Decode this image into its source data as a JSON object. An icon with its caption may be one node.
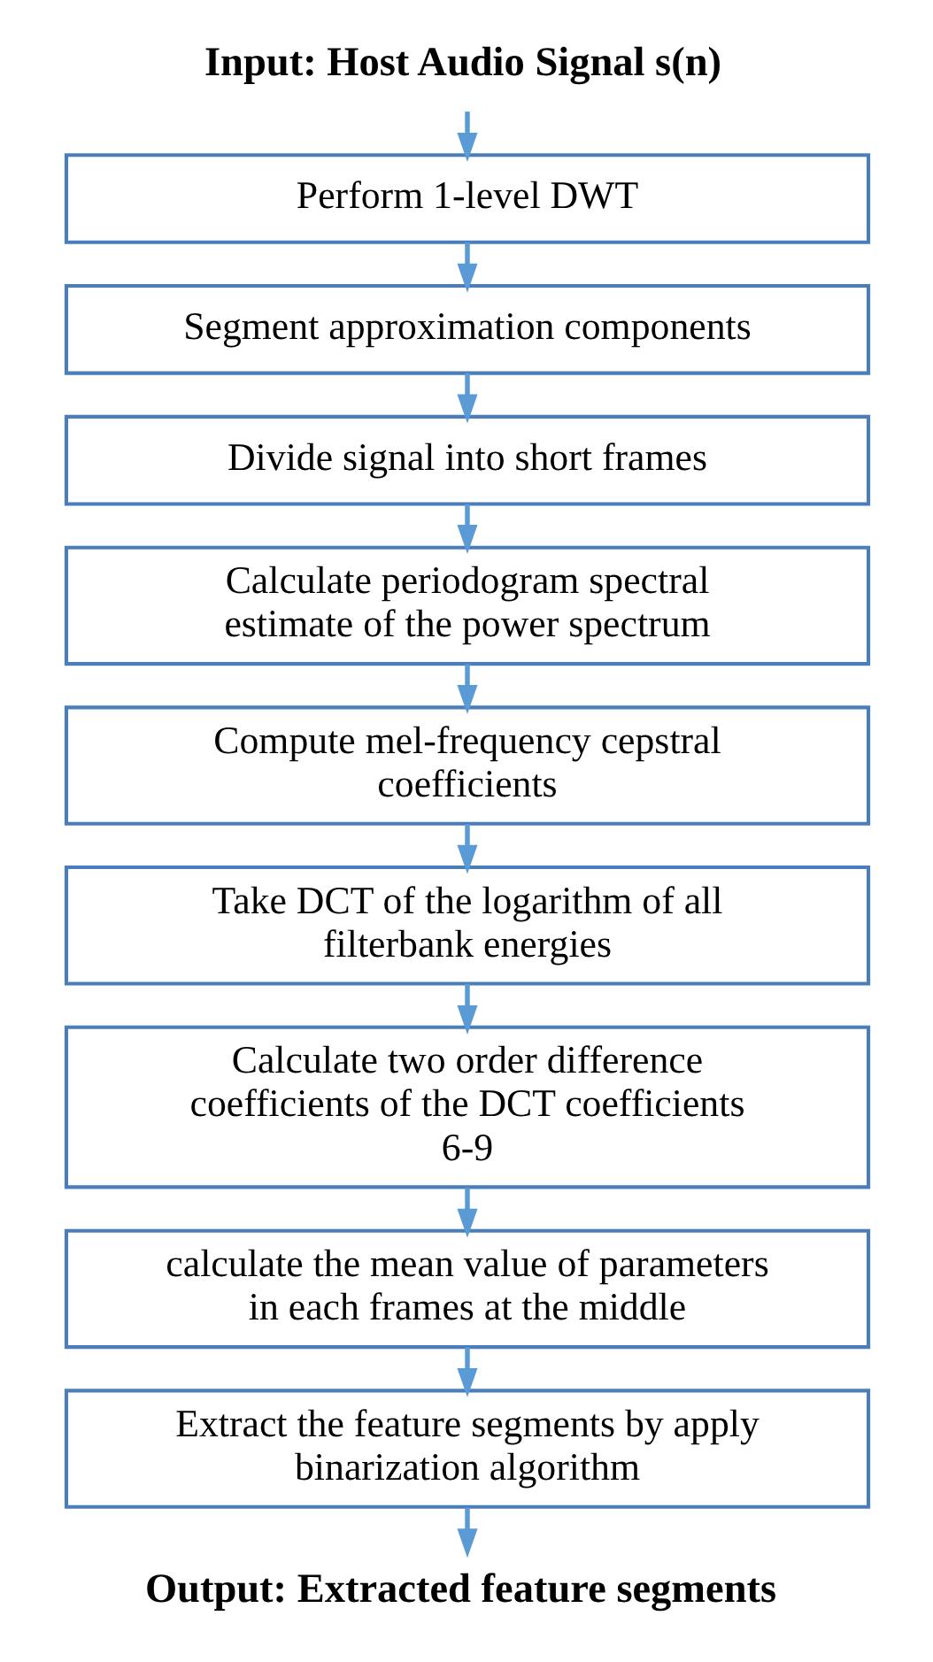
{
  "diagram": {
    "nodes": [
      {
        "text": [
          "Input: Host Audio Signal s(n)"
        ]
      },
      {
        "text": [
          "Perform 1-level DWT"
        ]
      },
      {
        "text": [
          "Segment approximation components"
        ]
      },
      {
        "text": [
          "Divide signal into short frames"
        ]
      },
      {
        "text": [
          "Calculate periodogram spectral estimate of the power spectrum"
        ]
      },
      {
        "text": [
          "Compute mel-frequency cepstral coefficients"
        ]
      },
      {
        "text": [
          "Take DCT of the logarithm of all filterbank energies"
        ]
      },
      {
        "text": [
          "Calculate two order difference coefficients of the DCT coefficients 6-9"
        ]
      },
      {
        "text": [
          "calculate the mean value of parameters in each frames at the middle"
        ]
      },
      {
        "text": [
          "Extract the feature segments by apply binarization algorithm"
        ]
      },
      {
        "text": [
          "Output: Extracted feature segments"
        ]
      }
    ],
    "edges": [
      {
        "from": 0,
        "to": 1,
        "arrow": "to"
      },
      {
        "from": 1,
        "to": 2,
        "arrow": "to"
      },
      {
        "from": 2,
        "to": 3,
        "arrow": "to"
      },
      {
        "from": 3,
        "to": 4,
        "arrow": "to"
      },
      {
        "from": 4,
        "to": 5,
        "arrow": "to"
      },
      {
        "from": 5,
        "to": 6,
        "arrow": "to"
      },
      {
        "from": 6,
        "to": 7,
        "arrow": "to"
      },
      {
        "from": 7,
        "to": 8,
        "arrow": "to"
      },
      {
        "from": 8,
        "to": 9,
        "arrow": "to"
      },
      {
        "from": 9,
        "to": 10,
        "arrow": "to"
      }
    ]
  }
}
